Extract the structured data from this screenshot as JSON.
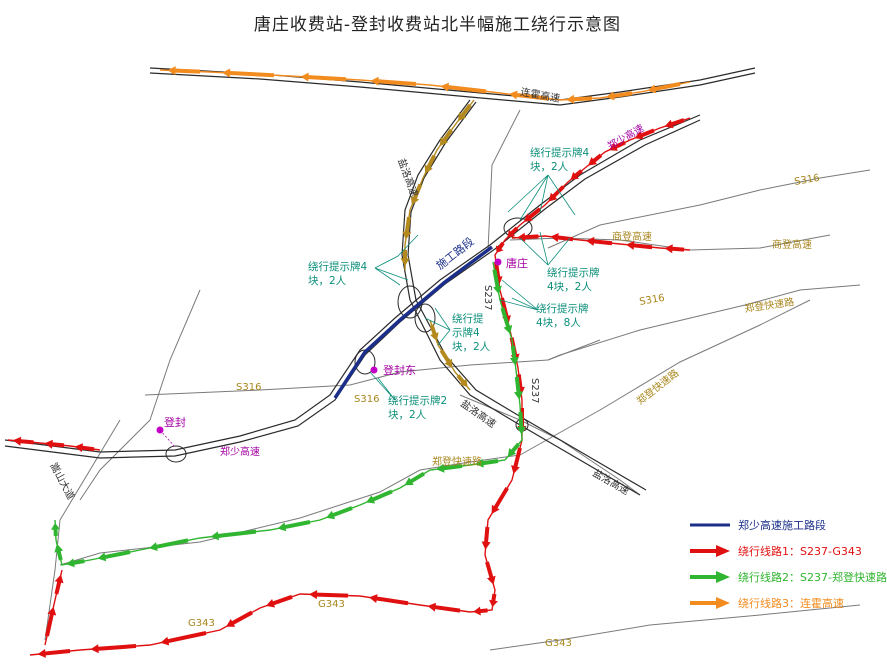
{
  "title": "唐庄收费站-登封收费站北半幅施工绕行示意图",
  "roads": {
    "lianhuo": "连霍高速",
    "zhengshao": "郑少高速",
    "zhengshao_2": "郑少高速",
    "shangdeng": "商登高速",
    "shangdeng_2": "商登高速",
    "yanluo": "盐洛高速",
    "yanluo_2": "盐洛高速",
    "yanluo_3": "盐洛高速",
    "zhengdeng_kuaisu": "郑登快速路",
    "zhengdeng_kuaisu_2": "郑登快速路",
    "zhengdeng_kuaisu_3": "郑登快速路",
    "songshan_dadao": "嵩山大道"
  },
  "route_numbers": {
    "s316_a": "S316",
    "s316_b": "S316",
    "s316_c": "S316",
    "s316_d": "S316",
    "s237_a": "S237",
    "s237_b": "S237",
    "g343_a": "G343",
    "g343_b": "G343",
    "g343_c": "G343"
  },
  "places": {
    "tangzhuang": "唐庄",
    "dengfeng_east": "登封东",
    "dengfeng": "登封"
  },
  "construction_label": "施工路段",
  "signs": [
    {
      "line1": "绕行提示牌4",
      "line2": "块，2人"
    },
    {
      "line1": "绕行提示牌4",
      "line2": "块，2人"
    },
    {
      "line1": "绕行提示牌",
      "line2": "4块，2人"
    },
    {
      "line1": "绕行提示牌",
      "line2": "4块，8人"
    },
    {
      "line1": "绕行提",
      "line2": "示牌4",
      "line3": "块，2人"
    },
    {
      "line1": "绕行提示牌2",
      "line2": "块，2人"
    }
  ],
  "legend": [
    {
      "label": "郑少高速施工路段",
      "color": "#1b2f8a",
      "symbol": "line"
    },
    {
      "label": "绕行线路1：S237-G343",
      "color": "#e01010",
      "symbol": "arrow"
    },
    {
      "label": "绕行线路2：S237-郑登快速路",
      "color": "#2fb52f",
      "symbol": "arrow"
    },
    {
      "label": "绕行线路3：连霍高速",
      "color": "#f28c1f",
      "symbol": "arrow"
    }
  ],
  "colors": {
    "route1": "#e01010",
    "route2": "#2fb52f",
    "route3": "#f28c1f",
    "route3_alt": "#b48a1e",
    "construction": "#1b2f8a",
    "sign_text": "#0c8f7a",
    "place": "#a400a4",
    "route_number": "#a8861c"
  }
}
